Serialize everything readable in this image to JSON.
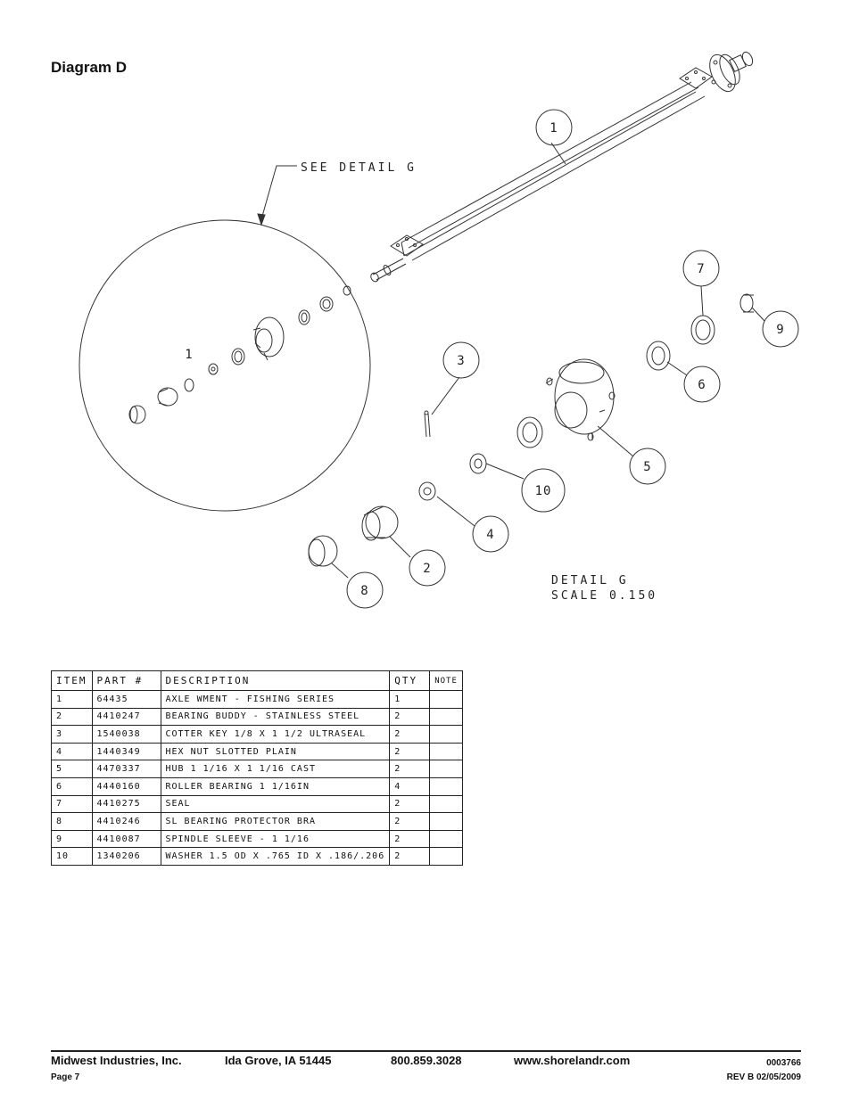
{
  "page_title": "Diagram D",
  "drawing": {
    "detail_callout": "SEE DETAIL  G",
    "detail_item_label": "1",
    "detail_caption_line1": "DETAIL  G",
    "detail_caption_line2": "SCALE  0.150",
    "balloons": [
      "1",
      "2",
      "3",
      "4",
      "5",
      "6",
      "7",
      "8",
      "9",
      "10"
    ]
  },
  "parts_table": {
    "headers": [
      "ITEM",
      "PART #",
      "DESCRIPTION",
      "QTY",
      "NOTE"
    ],
    "rows": [
      [
        "1",
        "64435",
        "AXLE WMENT - FISHING SERIES",
        "1",
        ""
      ],
      [
        "2",
        "4410247",
        "BEARING BUDDY - STAINLESS STEEL",
        "2",
        ""
      ],
      [
        "3",
        "1540038",
        "COTTER KEY 1/8 X 1 1/2 ULTRASEAL",
        "2",
        ""
      ],
      [
        "4",
        "1440349",
        "HEX NUT SLOTTED PLAIN",
        "2",
        ""
      ],
      [
        "5",
        "4470337",
        "HUB  1 1/16 X 1 1/16 CAST",
        "2",
        ""
      ],
      [
        "6",
        "4440160",
        "ROLLER BEARING  1 1/16IN",
        "4",
        ""
      ],
      [
        "7",
        "4410275",
        "SEAL",
        "2",
        ""
      ],
      [
        "8",
        "4410246",
        "SL BEARING PROTECTOR BRA",
        "2",
        ""
      ],
      [
        "9",
        "4410087",
        "SPINDLE SLEEVE - 1 1/16",
        "2",
        ""
      ],
      [
        "10",
        "1340206",
        "WASHER 1.5 OD X .765 ID X .186/.206",
        "2",
        ""
      ]
    ]
  },
  "footer": {
    "company": "Midwest Industries, Inc.",
    "location": "Ida Grove, IA  51445",
    "phone": "800.859.3028",
    "website": "www.shorelandr.com",
    "doc_number": "0003766",
    "page": "Page 7",
    "revision": "REV B   02/05/2009"
  }
}
